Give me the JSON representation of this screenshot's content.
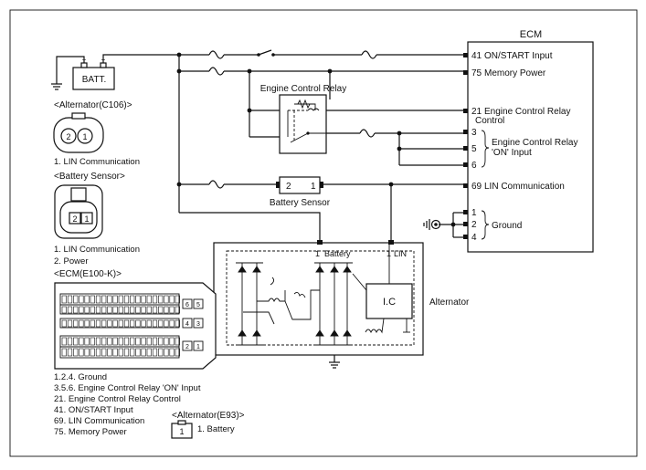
{
  "ecm": {
    "title": "ECM",
    "pins": [
      {
        "pin": "41",
        "label": "ON/START Input"
      },
      {
        "pin": "75",
        "label": "Memory Power"
      },
      {
        "pin": "21",
        "label": "Engine Control Relay"
      },
      {
        "pin": "",
        "label": "Control"
      },
      {
        "pin": "3",
        "label": ""
      },
      {
        "pin": "5",
        "label": ""
      },
      {
        "pin": "6",
        "label": ""
      },
      {
        "pin": "69",
        "label": "LIN Communication"
      },
      {
        "pin": "1",
        "label": ""
      },
      {
        "pin": "2",
        "label": ""
      },
      {
        "pin": "4",
        "label": ""
      }
    ],
    "relay_on_group": [
      "Engine Control Relay",
      "'ON' Input"
    ],
    "ground_group": "Ground"
  },
  "batt_label": "BATT.",
  "relay_label": "Engine Control Relay",
  "battery_sensor": {
    "pin_left": "2",
    "pin_right": "1",
    "label": "Battery Sensor"
  },
  "alternator": {
    "label": "Alternator",
    "ic_label": "I.C",
    "pin_battery_num": "1",
    "pin_battery_label": "Battery",
    "pin_lin_num": "1",
    "pin_lin_label": "LIN"
  },
  "connector_alt_c106": {
    "title": "<Alternator(C106)>",
    "pins": [
      "2",
      "1"
    ],
    "legend": [
      "1. LIN Communication"
    ]
  },
  "connector_battery_sensor": {
    "title": "<Battery Sensor>",
    "pins": [
      "2",
      "1"
    ],
    "legend": [
      "1. LIN Communication",
      "2. Power"
    ]
  },
  "connector_ecm": {
    "title": "<ECM(E100-K)>",
    "side_pins": [
      "6",
      "5",
      "4",
      "3",
      "2",
      "1"
    ],
    "legend": [
      "1.2.4. Ground",
      "3.5.6. Engine Control Relay 'ON' Input",
      "21. Engine Control Relay Control",
      "41. ON/START Input",
      "69. LIN Communication",
      "75. Memory Power"
    ]
  },
  "connector_alt_e93": {
    "title": "<Alternator(E93)>",
    "pin": "1",
    "legend": "1. Battery"
  }
}
